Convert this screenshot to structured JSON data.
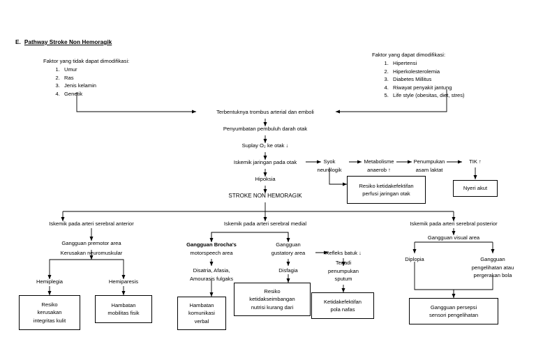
{
  "heading": {
    "letter": "E.",
    "title": "Pathway Stroke Non Hemoragik"
  },
  "risk_factors": {
    "non_modifiable": {
      "title": "Faktor yang tidak dapat dimodifikasi:",
      "items": [
        "Umur",
        "Ras",
        "Jenis kelamin",
        "Genetik"
      ]
    },
    "modifiable": {
      "title": "Faktor yang dapat dimodifikasi:",
      "items": [
        "Hipertensi",
        "Hiperkolesterolemia",
        "Diabetes Millitus",
        "Riwayat penyakit jantung",
        "Life style (obesitas, diet, stres)"
      ]
    }
  },
  "trunk": {
    "thrombus": "Terbentuknya trombus arterial dan emboli",
    "occlusion": "Penyumbatan pembuluh darah otak",
    "oxygen": "Suplay O₂ ke otak ↓",
    "ischemia": "Iskemik jaringan pada otak",
    "hypoxia": "Hipoksia",
    "stroke": "STROKE NON HEMORAGIK"
  },
  "shock_chain": {
    "shock": "Syok\nneurologik",
    "metabolism": "Metabolisme\nanaerob ↑",
    "lactate": "Penumpukan\nasam laktat",
    "icp": "TIK ↑",
    "perfusion_box": "Resiko ketidakefektifan\nperfusi jaringan otak",
    "pain_box": "Nyeri akut"
  },
  "branches": {
    "anterior": {
      "artery": "Iskemik pada arteri serebral anterior",
      "premotor": "Gangguan premotor area",
      "neuromuscular": "Kerusakan neuromuskular",
      "hemiplegia": "Hemiplegia",
      "hemiparesis": "Hemiparesis",
      "skin_box": "Resiko\nkerusakan\nintegritas kulit",
      "mobility_box": "Hambatan\nmobilitas fisik"
    },
    "medial": {
      "artery": "Iskemik pada arteri serebral medial",
      "broca_bold": "Gangguan Brocha's",
      "broca_sub": "motorspeech area",
      "broca_effects": "Disatria, Afasia,\nAmourasis fulgaks",
      "gustatory": "Gangguan\ngustatory area",
      "dysphagia": "Disfagia",
      "cough": "Refleks batuk ↓",
      "sputum": "Terjadi\npenumpukan\nsputum",
      "communication_box": "Hambatan\nkomunikasi\nverbal",
      "nutrition_box": "Resiko\nketidakseimbangan\nnutrisi kurang dari",
      "breathing_box": "Ketidakefektifan\npola nafas"
    },
    "posterior": {
      "artery": "Iskemik pada arteri serebral posterior",
      "visual": "Gangguan visual area",
      "diplopia": "Diplopia",
      "vision_disorder": "Gangguan\npengelihatan atau\npergerakan bola",
      "perception_box": "Gangguan persepsi\nsensori pengelihatan"
    }
  }
}
